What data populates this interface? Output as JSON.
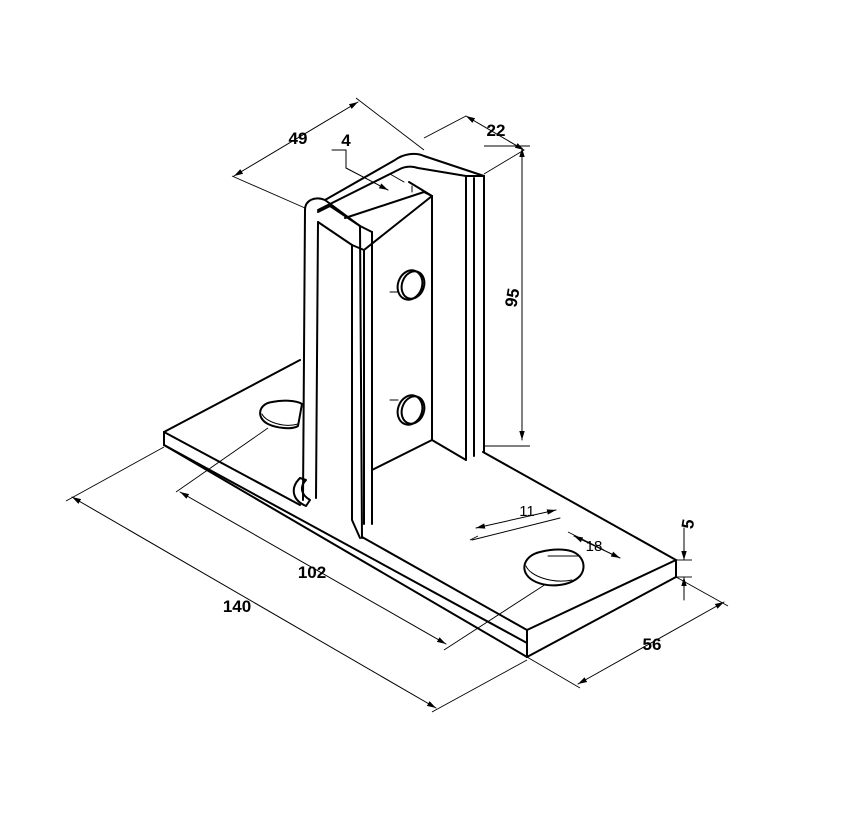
{
  "dimensions": {
    "overall_length": "140",
    "hole_spacing": "102",
    "base_width": "56",
    "plate_thickness": "5",
    "slot_length": "11",
    "slot_offset": "18",
    "channel_width": "49",
    "wall_thickness": "4",
    "channel_depth": "22",
    "height": "95"
  }
}
